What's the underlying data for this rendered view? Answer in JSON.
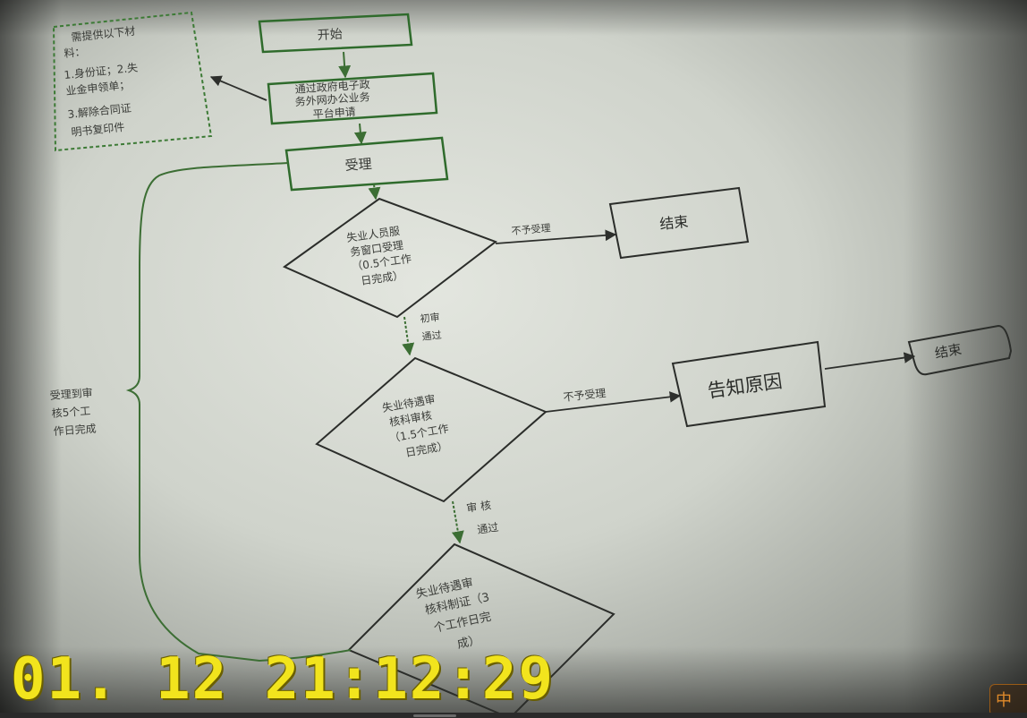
{
  "flowchart": {
    "materials_note": [
      "需提供以下材",
      "料：",
      "1.身份证；2.失",
      "业金申领单；",
      "3.解除合同证",
      "明书复印件"
    ],
    "start": "开始",
    "apply": [
      "通过政府电子政",
      "务外网办公业务",
      "平台申请"
    ],
    "accept": "受理",
    "window_accept": [
      "失业人员服",
      "务窗口受理",
      "（0.5个工作",
      "日完成）"
    ],
    "reject_label_1": "不予受理",
    "end_1": "结束",
    "first_review_pass": [
      "初审",
      "通过"
    ],
    "review": [
      "失业待遇审",
      "核科审核",
      "（1.5个工作",
      "日完成）"
    ],
    "reject_label_2": "不予受理",
    "notify_reason": "告知原因",
    "end_2": "结束",
    "review_pass": [
      "审  核",
      "通过"
    ],
    "certify": [
      "失业待遇审",
      "核科制证（3",
      "个工作日完",
      "成）"
    ],
    "brace_note": [
      "受理到审",
      "核5个工",
      "作日完成"
    ]
  },
  "overlay": {
    "timestamp": "01. 12  21:12:29",
    "ime": "中",
    "timestamp_color": "#f2e41d",
    "line_color": "#2f6b2c"
  }
}
